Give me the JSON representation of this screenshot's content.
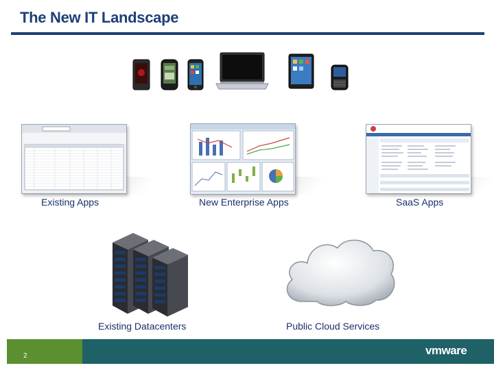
{
  "slide": {
    "title": "The New IT Landscape",
    "page_number": "2",
    "logo_text": "vmware"
  },
  "devices": [
    "android-phone-icon",
    "palm-phone-icon",
    "iphone-icon",
    "laptop-icon",
    "ipad-icon",
    "blackberry-icon"
  ],
  "captions": {
    "existing_apps": "Existing Apps",
    "new_enterprise_apps": "New Enterprise Apps",
    "saas_apps": "SaaS Apps",
    "existing_datacenters": "Existing Datacenters",
    "public_cloud": "Public Cloud Services"
  },
  "colors": {
    "title": "#1d3f77",
    "footer_teal": "#1e6166",
    "footer_green": "#5b8f2f",
    "caption": "#1a2f6b"
  }
}
